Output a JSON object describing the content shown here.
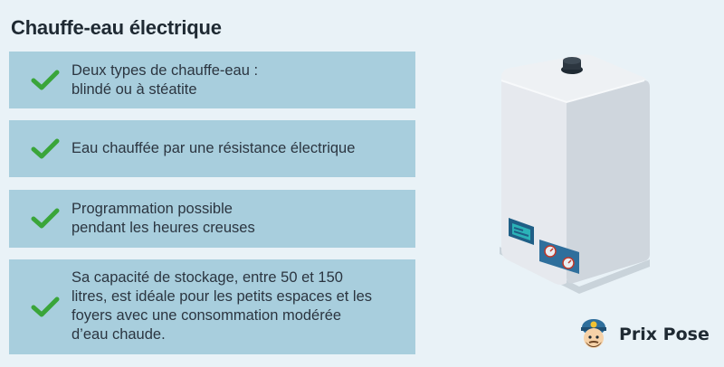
{
  "title": "Chauffe-eau électrique",
  "features": [
    {
      "lines": [
        "Deux types de chauffe-eau :",
        "blindé ou à stéatite"
      ]
    },
    {
      "lines": [
        "Eau chauffée par une résistance électrique"
      ]
    },
    {
      "lines": [
        "Programmation possible",
        "pendant les heures creuses"
      ]
    },
    {
      "lines": [
        "Sa capacité de stockage, entre 50 et 150",
        "litres, est idéale pour les petits espaces et les",
        "foyers avec une consommation modérée",
        "d’eau chaude."
      ]
    }
  ],
  "brand": {
    "name": "Prix Pose"
  },
  "colors": {
    "background": "#e9f2f7",
    "card": "#a8cedd",
    "check": "#3aa53a",
    "panel_blue": "#2f6f9c",
    "display_teal": "#2bb3b8"
  },
  "icons": {
    "check": "check-icon",
    "heater": "water-heater-illustration",
    "mascot": "plumber-mascot-icon"
  }
}
